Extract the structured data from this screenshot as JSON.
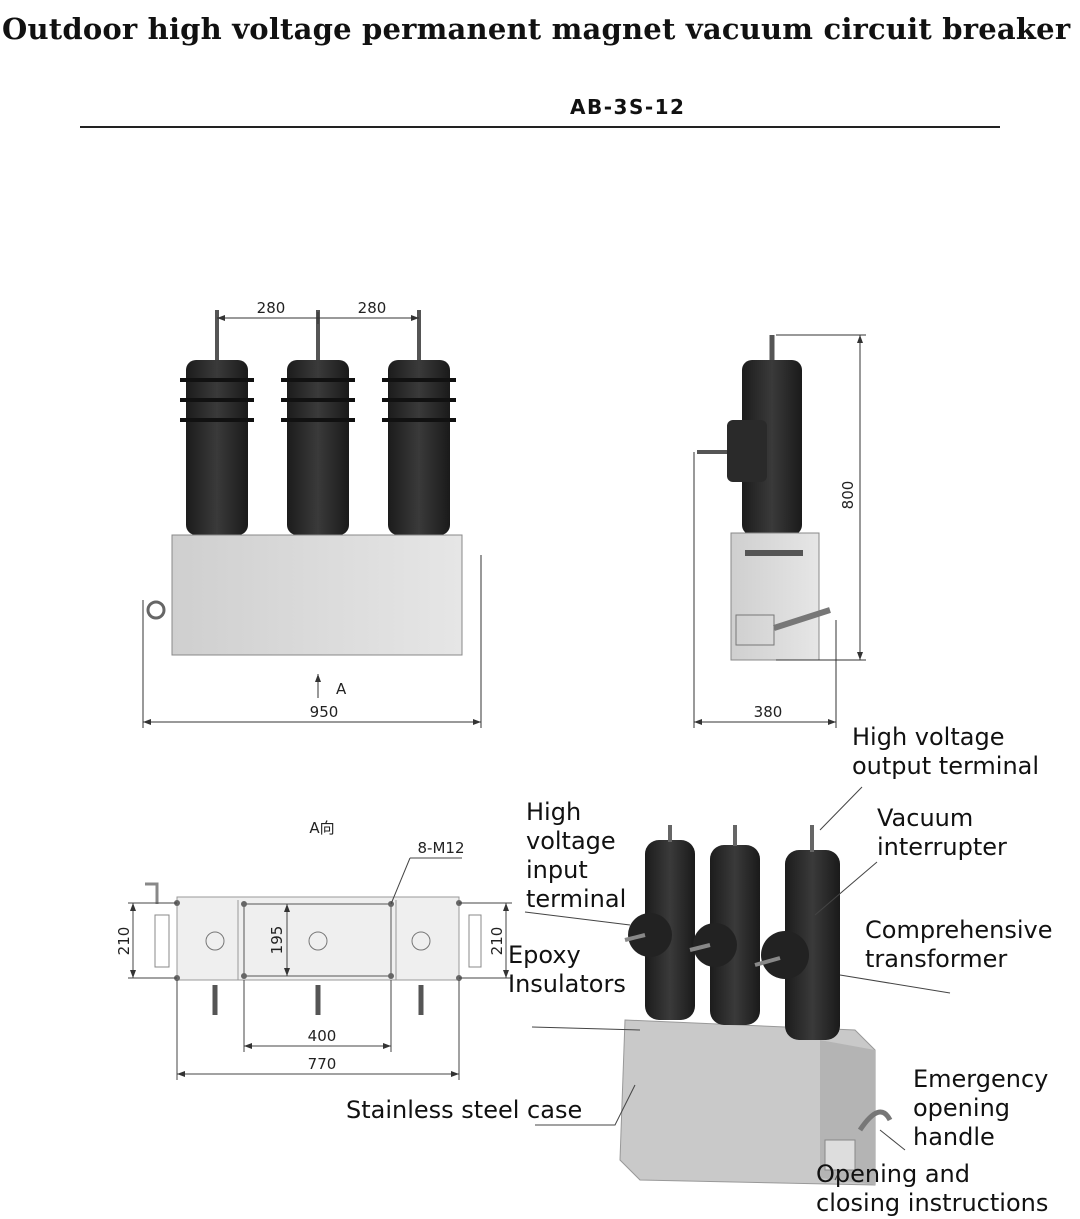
{
  "title": "Outdoor high voltage permanent magnet vacuum circuit breaker",
  "model": "AB-3S-12",
  "front_view": {
    "pitch_left": "280",
    "pitch_right": "280",
    "width": "950",
    "view_arrow": "A"
  },
  "side_view": {
    "height": "800",
    "depth": "380"
  },
  "bottom_view": {
    "caption": "A向",
    "bolts": "8-M12",
    "left_height": "210",
    "inner_height": "195",
    "right_height": "210",
    "inner_width": "400",
    "outer_width": "770"
  },
  "labels": {
    "output_terminal": [
      "High voltage",
      "output terminal"
    ],
    "vacuum_interrupter": [
      "Vacuum",
      "interrupter"
    ],
    "input_terminal": [
      "High",
      "voltage",
      "input",
      "terminal"
    ],
    "transformer": [
      "Comprehensive",
      "transformer"
    ],
    "epoxy": [
      "Epoxy",
      "Insulators"
    ],
    "handle": [
      "Emergency",
      "opening",
      "handle"
    ],
    "case": "Stainless steel case",
    "instructions": [
      "Opening and",
      "closing instructions"
    ]
  },
  "colors": {
    "insulator": "#2a2a2a",
    "case": "#d9d9d9",
    "line": "#333333"
  }
}
